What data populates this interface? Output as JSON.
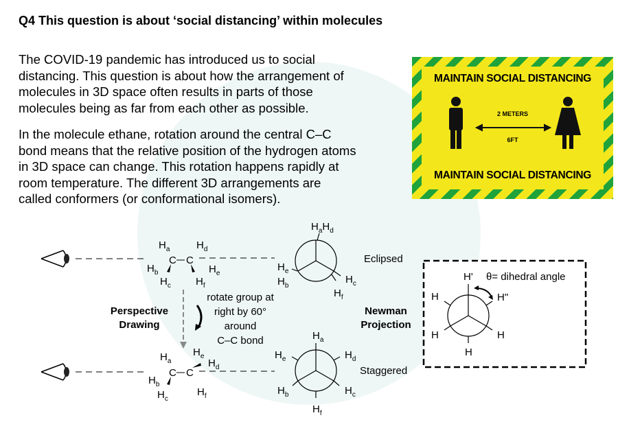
{
  "title": "Q4 This question is about ‘social distancing’ within molecules",
  "paragraphs": [
    [
      "The COVID-19 pandemic has introduced us to social",
      "distancing. This question is about how the arrangement of",
      "molecules in 3D space often results in parts of those",
      "molecules being as far from each other as possible."
    ],
    [
      "In the molecule ethane, rotation around the central C–C",
      "bond means that the relative position of the hydrogen atoms",
      "in 3D space can change. This rotation happens rapidly at",
      "room temperature. The different 3D arrangements are",
      "called conformers (or conformational isomers)."
    ]
  ],
  "sign": {
    "top": "MAINTAIN SOCIAL DISTANCING",
    "meters": "2 METERS",
    "feet": "6FT",
    "bottom": "MAINTAIN SOCIAL DISTANCING",
    "colors": {
      "yellow": "#f3e71c",
      "green": "#1fa33a"
    }
  },
  "diagram": {
    "H": "H",
    "C": "C",
    "subs": {
      "a": "a",
      "b": "b",
      "c": "c",
      "d": "d",
      "e": "e",
      "f": "f"
    },
    "eclipsed": "Eclipsed",
    "staggered": "Staggered",
    "rotate": [
      "rotate group at",
      "right by 60°",
      "around",
      "C–C bond"
    ],
    "perspective": [
      "Perspective",
      "Drawing"
    ],
    "newman": [
      "Newman",
      "Projection"
    ],
    "dihedral": {
      "h1": "H'",
      "h2": "H\"",
      "theta": "θ= dihedral angle",
      "H": "H"
    }
  }
}
